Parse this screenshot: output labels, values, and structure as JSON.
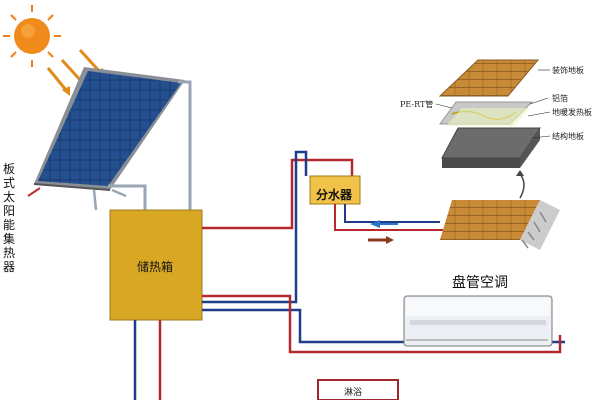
{
  "labels": {
    "collector": "板式太阳能集热器",
    "tank": "储热箱",
    "distributor": "分水器",
    "ac": "盘管空调",
    "bath": "淋浴"
  },
  "floor_layers": {
    "pipe": "PE-RT管",
    "decor": "装饰地板",
    "foil": "铝箔",
    "heating": "地暖发热板",
    "structure": "结构地板"
  },
  "colors": {
    "hot_pipe": "#b5282d",
    "cold_pipe": "#1f3d8a",
    "tank": "#d8a825",
    "sun": "#f27b1a",
    "panel": "#1c3f78",
    "wood": "#c98a38"
  },
  "icons": {
    "sun": "sun-icon",
    "rays": "sun-ray-arrows",
    "flow": "flow-arrow"
  }
}
